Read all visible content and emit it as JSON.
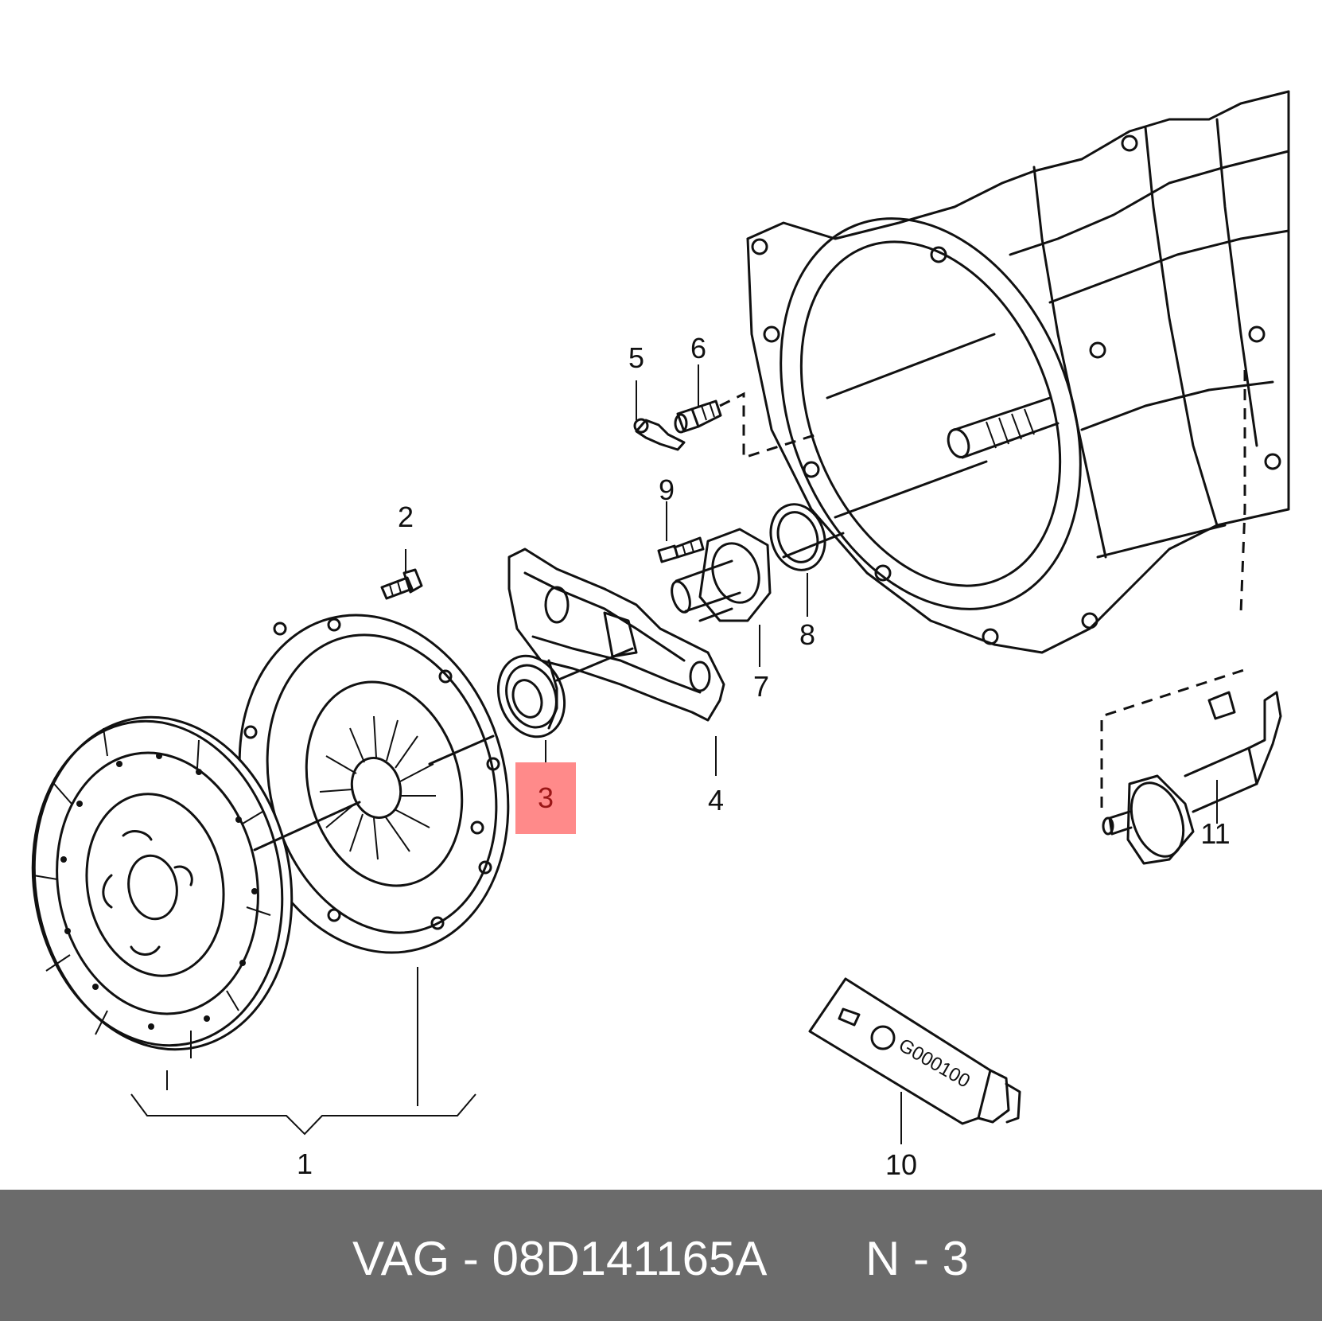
{
  "diagram": {
    "part_labels": [
      "1",
      "2",
      "3",
      "4",
      "5",
      "6",
      "7",
      "8",
      "9",
      "10",
      "11"
    ],
    "highlighted_label": "3",
    "highlight_color": "#ff8a8a",
    "tube_text": "G000100"
  },
  "footer": {
    "part_text": "VAG - 08D141165A",
    "position_text": "N - 3",
    "background_color": "#6b6b6b"
  }
}
